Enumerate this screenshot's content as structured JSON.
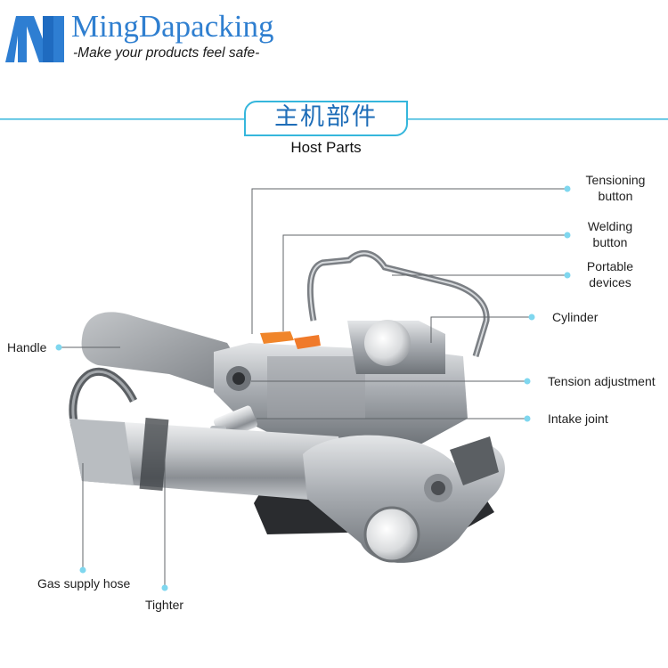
{
  "brand": {
    "name": "MingDapacking",
    "slogan": "-Make your products feel safe-",
    "logo_icon": "mingda-m-logo",
    "accent_color": "#2f7fd0"
  },
  "section": {
    "title_zh": "主机部件",
    "title_en": "Host Parts",
    "line_color": "#35b6dc"
  },
  "callouts": {
    "tensioning_button": {
      "line1": "Tensioning",
      "line2": "button"
    },
    "welding_button": {
      "line1": "Welding",
      "line2": "button"
    },
    "portable_devices": {
      "line1": "Portable",
      "line2": "devices"
    },
    "cylinder": "Cylinder",
    "tension_adjustment": "Tension adjustment",
    "intake_joint": "Intake joint",
    "handle": "Handle",
    "gas_supply_hose": "Gas supply hose",
    "tighter": "Tighter"
  },
  "product_image": "pneumatic-strapping-tool"
}
